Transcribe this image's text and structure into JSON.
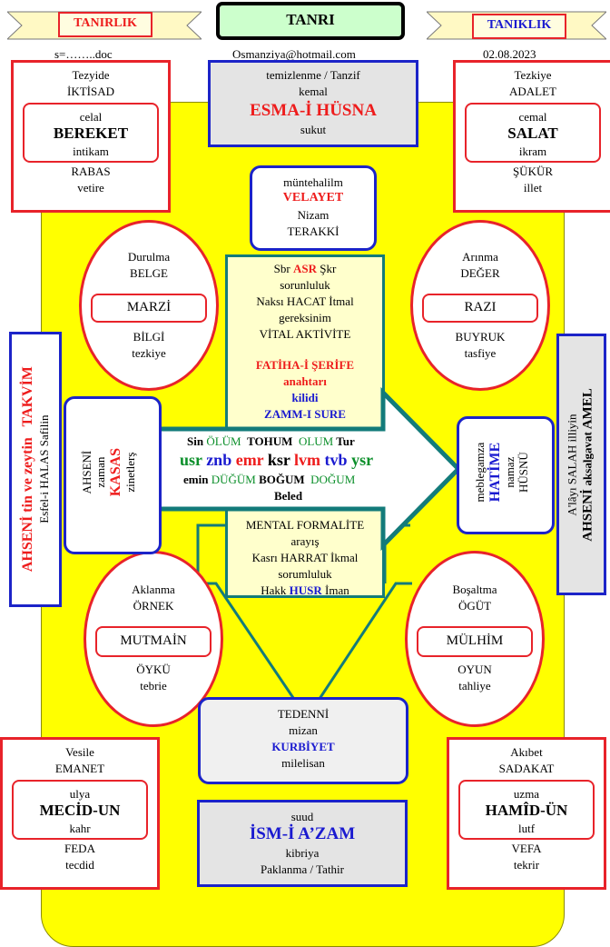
{
  "header": {
    "left_banner": "TANIRLIK",
    "center_title": "TANRI",
    "right_banner": "TANIKLIK",
    "file_name": "s=……..doc",
    "email": "Osmanziya@hotmail.com",
    "date": "02.08.2023"
  },
  "top_left": {
    "l1": "Tezyide",
    "l2": "İKTİSAD",
    "i1": "celal",
    "i2": "BEREKET",
    "i3": "intikam",
    "l3": "RABAS",
    "l4": "vetire"
  },
  "top_right": {
    "l1": "Tezkiye",
    "l2": "ADALET",
    "i1": "cemal",
    "i2": "SALAT",
    "i3": "ikram",
    "l3": "ŞÜKÜR",
    "l4": "illet"
  },
  "top_center": {
    "l1": "temizlenme / Tanzif",
    "l2": "kemal",
    "title": "ESMA-İ HÜSNA",
    "l3": "sukut"
  },
  "velayet_box": {
    "l1": "müntehalilm",
    "title": "VELAYET",
    "l2": "Nizam",
    "l3": "TERAKKİ"
  },
  "ellipse_tl": {
    "l1": "Durulma",
    "l2": "BELGE",
    "inner": "MARZİ",
    "l3": "BİLGİ",
    "l4": "tezkiye"
  },
  "ellipse_tr": {
    "l1": "Arınma",
    "l2": "DEĞER",
    "inner": "RAZI",
    "l3": "BUYRUK",
    "l4": "tasfiye"
  },
  "ellipse_bl": {
    "l1": "Aklanma",
    "l2": "ÖRNEK",
    "inner": "MUTMAİN",
    "l3": "ÖYKÜ",
    "l4": "tebrie"
  },
  "ellipse_br": {
    "l1": "Boşaltma",
    "l2": "ÖGÜT",
    "inner": "MÜLHİM",
    "l3": "OYUN",
    "l4": "tahliye"
  },
  "center_top": {
    "l1a": "Sbr",
    "l1b": "ASR",
    "l1c": "Şkr",
    "l2": "sorunluluk",
    "l3": "Naksı HACAT İtmal",
    "l4": "gereksinim",
    "l5": "VİTAL AKTİVİTE",
    "fatiha": "FATİHA-İ ŞERİFE",
    "anahtari": "anahtarı",
    "kilidi": "kilidi",
    "zamm": "ZAMM-I SURE"
  },
  "arrow": {
    "r1": [
      "Sin",
      "ÖLÜM",
      "TOHUM",
      "OLUM",
      "Tur"
    ],
    "r2": [
      "usr",
      "znb",
      "emr",
      "ksr",
      "lvm",
      "tvb",
      "ysr"
    ],
    "r3": [
      "emin",
      "DÜĞÜM",
      "BOĞUM",
      "DOĞUM"
    ],
    "r4": "Beled"
  },
  "center_bottom": {
    "l1": "MENTAL FORMALİTE",
    "l2": "arayış",
    "l3": "Kasrı HARRAT İkmal",
    "l4": "sorumluluk",
    "l5a": "Hakk",
    "l5b": "HUSR",
    "l5c": "İman"
  },
  "kasas_box": {
    "c1": "AHSENİ",
    "c2": "zaman",
    "c3": "KASAS",
    "c4": "zinetlerş"
  },
  "hatime_box": {
    "c1": "meblegamza",
    "c2": "HATİME",
    "c3": "namaz",
    "c4": "HÜSNÜ"
  },
  "left_vertical": {
    "a": "AHSENİ tin ve zeytin",
    "b": "TAKVİM",
    "c": "Esfel-i HALAS Safilin"
  },
  "right_vertical": {
    "a": "A'lâyı SALAH illiyin",
    "b": "AHSENİ",
    "c": "aksalgavat",
    "d": "AMEL"
  },
  "kurbiyet_box": {
    "l1": "TEDENNİ",
    "l2": "mizan",
    "title": "KURBİYET",
    "l3": "milelisan"
  },
  "bottom_left": {
    "l1": "Vesile",
    "l2": "EMANET",
    "i1": "ulya",
    "i2": "MECİD-UN",
    "i3": "kahr",
    "l3": "FEDA",
    "l4": "tecdid"
  },
  "bottom_right": {
    "l1": "Akıbet",
    "l2": "SADAKAT",
    "i1": "uzma",
    "i2": "HAMÎD-ÜN",
    "i3": "lutf",
    "l3": "VEFA",
    "l4": "tekrir"
  },
  "bottom_center": {
    "l1": "suud",
    "title": "İSM-İ A’ZAM",
    "l2": "kibriya",
    "l3": "Paklanma / Tathir"
  },
  "colors": {
    "yellow": "#ffff00",
    "red": "#e8232a",
    "blue": "#1c24c8",
    "teal": "#137b7a",
    "cream": "#ffffcc",
    "banner": "#fff9c4",
    "title_bg": "#ccffcc"
  }
}
